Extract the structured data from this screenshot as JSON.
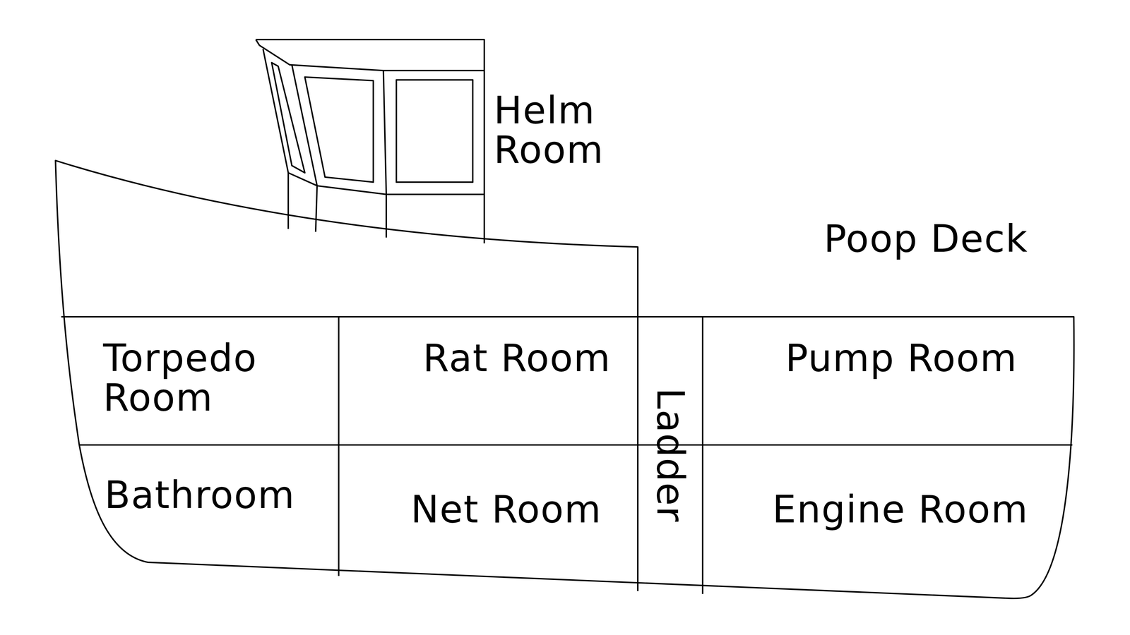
{
  "diagram": {
    "nodes": [
      {
        "text": [
          "Helm Room"
        ]
      },
      {
        "text": [
          "Torpedo Room"
        ]
      },
      {
        "text": [
          "Rat Room"
        ]
      },
      {
        "text": [
          "Ladder"
        ]
      },
      {
        "text": [
          "Pump Room"
        ]
      },
      {
        "text": [
          "Bathroom"
        ]
      },
      {
        "text": [
          "Net Room"
        ]
      },
      {
        "text": [
          "Engine Room"
        ]
      }
    ],
    "labels": [
      "Poop Deck"
    ]
  }
}
